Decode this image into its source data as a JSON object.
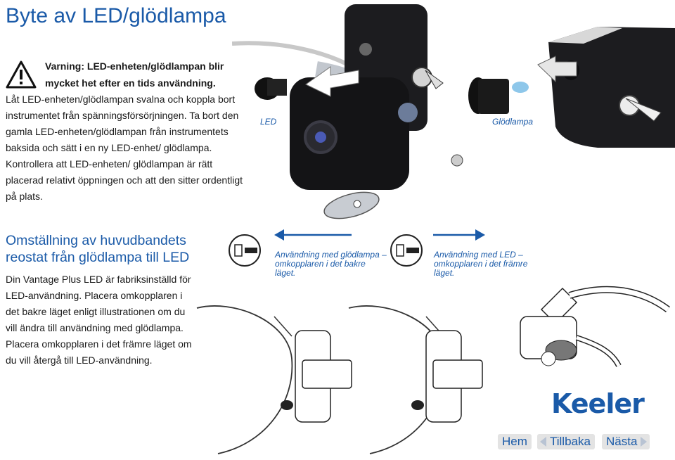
{
  "page": {
    "title": "Byte av LED/glödlampa"
  },
  "warning": {
    "icon": "warning-triangle-icon",
    "text": "Varning: LED-enheten/glödlampan blir mycket het efter en tids användning."
  },
  "intro_text": "Låt LED-enheten/glödlampan svalna och koppla bort instrumentet från spänningsförsörjningen. Ta bort den gamla LED-enheten/glödlampan från instrumentets baksida och sätt i en ny LED-enhet/ glödlampa. Kontrollera att LED-enheten/ glödlampan är rätt placerad relativt öppningen och att den sitter ordentligt på plats.",
  "figure_captions": {
    "led": "LED",
    "bulb": "Glödlampa"
  },
  "section": {
    "heading": "Omställning av huvudbandets reostat från glödlampa till LED",
    "text": "Din Vantage Plus LED är fabriksinställd för LED-användning. Placera omkopplaren i det bakre läget enligt illustrationen om du vill ändra till användning med glödlampa. Placera omkopplaren i det främre läget om du vill återgå till LED-användning."
  },
  "usage_captions": {
    "rear": "Användning med glödlampa – omkopplaren i det bakre läget.",
    "front": "Användning med LED – omkopplaren i det främre läget."
  },
  "brand": {
    "logo_text": "Keeler",
    "color": "#1a5aa8"
  },
  "navigation": {
    "home": "Hem",
    "back": "Tillbaka",
    "next": "Nästa"
  }
}
